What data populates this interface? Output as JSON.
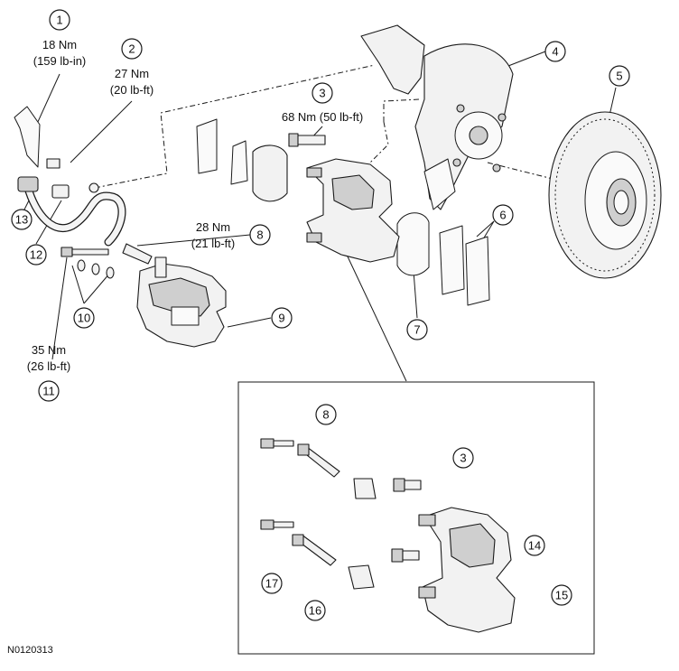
{
  "figure_id": "N0120313",
  "callouts": {
    "c1": "1",
    "c2": "2",
    "c3": "3",
    "c4": "4",
    "c5": "5",
    "c6": "6",
    "c7": "7",
    "c8": "8",
    "c9": "9",
    "c10": "10",
    "c11": "11",
    "c12": "12",
    "c13": "13",
    "d8": "8",
    "d3": "3",
    "d14": "14",
    "d15": "15",
    "d16": "16",
    "d17": "17"
  },
  "torque": {
    "t1_nm": "18 Nm",
    "t1_imp": "(159 lb-in)",
    "t2_nm": "27 Nm",
    "t2_imp": "(20 lb-ft)",
    "t3": "68 Nm (50 lb-ft)",
    "t8_nm": "28 Nm",
    "t8_imp": "(21 lb-ft)",
    "t11_nm": "35 Nm",
    "t11_imp": "(26 lb-ft)"
  }
}
